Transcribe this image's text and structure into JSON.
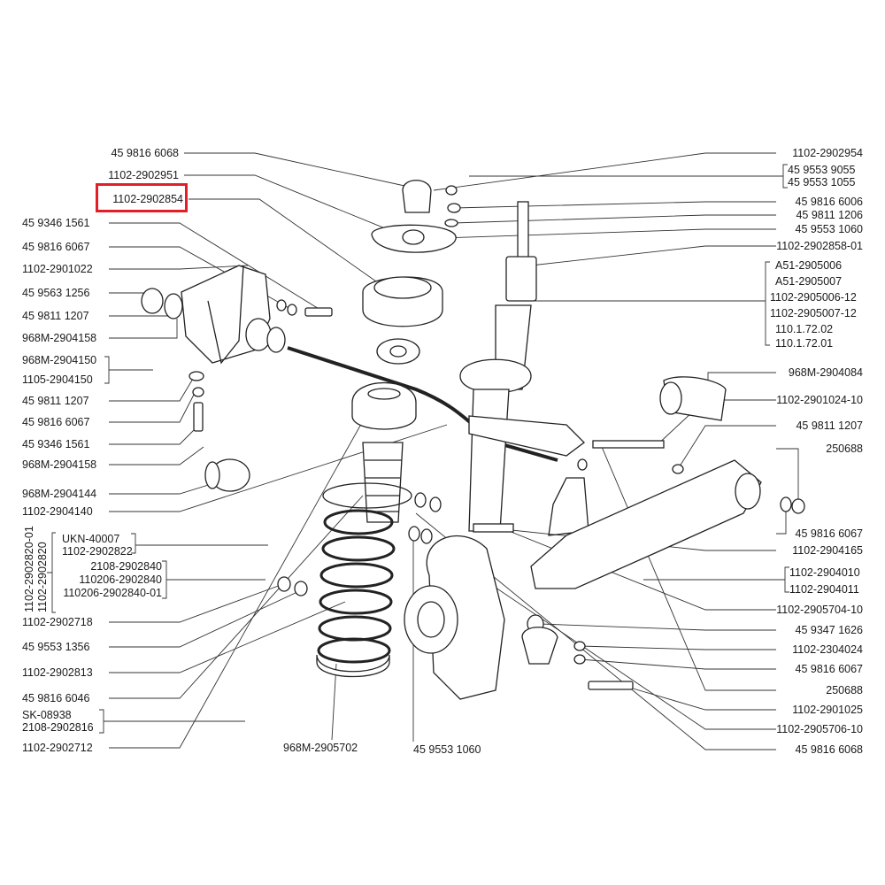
{
  "title": "Front suspension parts diagram",
  "highlight_color": "#e41e26",
  "highlighted_label": "1102-2902854",
  "left_labels": [
    "45 9816 6068",
    "1102-2902951",
    "1102-2902854",
    "45 9346 1561",
    "45 9816 6067",
    "1102-2901022",
    "45 9563 1256",
    "45 9811 1207",
    "968M-2904158",
    "968M-2904150",
    "1105-2904150",
    "45 9811 1207",
    "45 9816 6067",
    "45 9346 1561",
    "968M-2904158",
    "968M-2904144",
    "1102-2904140",
    "UKN-40007",
    "1102-2902822",
    "2108-2902840",
    "110206-2902840",
    "110206-2902840-01",
    "1102-2902718",
    "45 9553 1356",
    "1102-2902813",
    "45 9816 6046",
    "SK-08938",
    "2108-2902816",
    "1102-2902712"
  ],
  "vertical_labels": [
    "1102-2902820-01",
    "1102-2902820"
  ],
  "bottom_labels": [
    "968M-2905702",
    "45 9553 1060"
  ],
  "right_labels": [
    "1102-2902954",
    "45 9553 9055",
    "45 9553 1055",
    "45 9816 6006",
    "45 9811 1206",
    "45 9553 1060",
    "1102-2902858-01",
    "A51-2905006",
    "A51-2905007",
    "1102-2905006-12",
    "1102-2905007-12",
    "110.1.72.02",
    "110.1.72.01",
    "968M-2904084",
    "1102-2901024-10",
    "45 9811 1207",
    "250688",
    "45 9816 6067",
    "1102-2904165",
    "1102-2904010",
    "1102-2904011",
    "1102-2905704-10",
    "45 9347 1626",
    "1102-2304024",
    "45 9816 6067",
    "250688",
    "1102-2901025",
    "1102-2905706-10",
    "45 9816 6068"
  ]
}
